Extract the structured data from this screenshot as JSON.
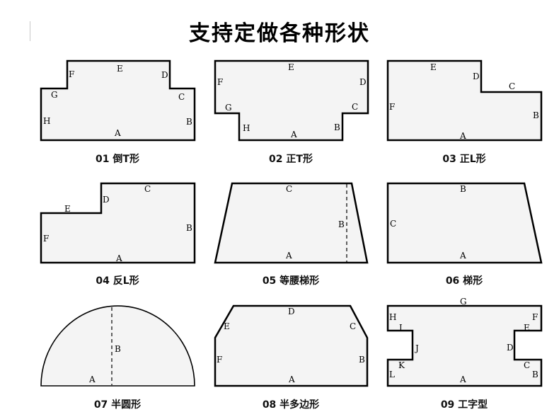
{
  "title": "支持定做各种形状",
  "shapes": [
    {
      "caption": "01  倒T形",
      "labels": [
        "A",
        "B",
        "C",
        "D",
        "E",
        "F",
        "G",
        "H"
      ]
    },
    {
      "caption": "02  正T形",
      "labels": [
        "A",
        "B",
        "C",
        "D",
        "E",
        "F",
        "G",
        "H"
      ]
    },
    {
      "caption": "03  正L形",
      "labels": [
        "A",
        "B",
        "C",
        "D",
        "E",
        "F"
      ]
    },
    {
      "caption": "04  反L形",
      "labels": [
        "A",
        "B",
        "C",
        "D",
        "E",
        "F"
      ]
    },
    {
      "caption": "05  等腰梯形",
      "labels": [
        "A",
        "B",
        "C"
      ]
    },
    {
      "caption": "06  梯形",
      "labels": [
        "A",
        "B",
        "C"
      ]
    },
    {
      "caption": "07  半圆形",
      "labels": [
        "A",
        "B"
      ]
    },
    {
      "caption": "08  半多边形",
      "labels": [
        "A",
        "B",
        "C",
        "D",
        "E",
        "F"
      ]
    },
    {
      "caption": "09  工字型",
      "labels": [
        "A",
        "B",
        "C",
        "D",
        "E",
        "F",
        "G",
        "H",
        "I",
        "J",
        "K",
        "L"
      ]
    }
  ]
}
